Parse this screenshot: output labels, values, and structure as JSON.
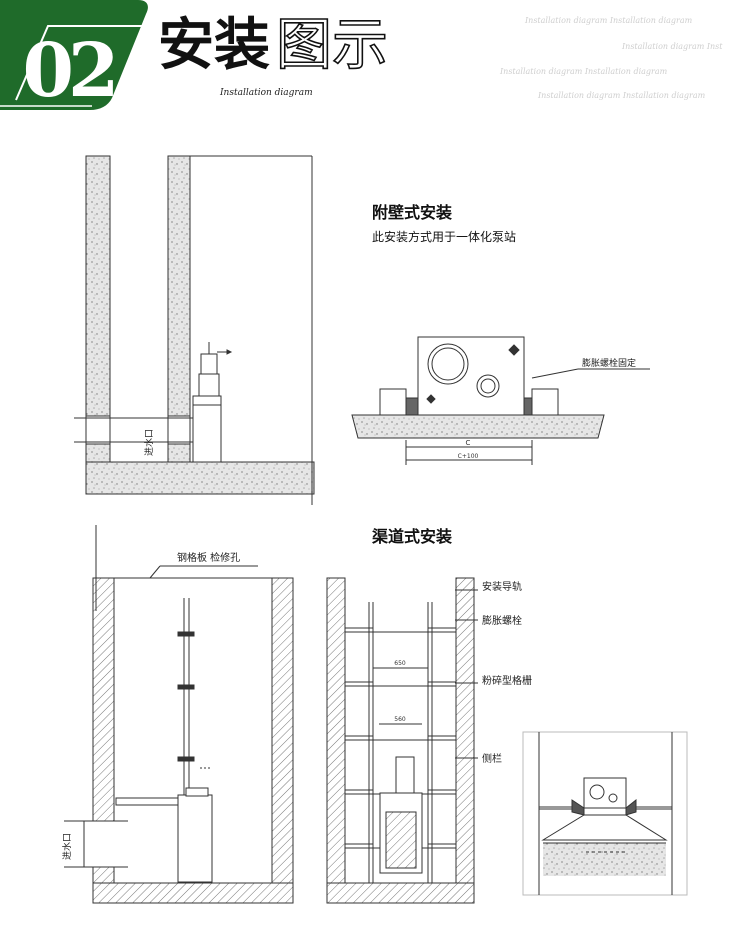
{
  "header": {
    "number": "02",
    "title_bold": "安装",
    "title_light": "图示",
    "subtitle": "Installation diagram",
    "watermark_lines": [
      "Installation diagram Installation diagram",
      "Installation diagram Inst",
      "Installation diagram Installation diagram",
      "Installation diagram Installation diagram"
    ]
  },
  "colors": {
    "brand_green": "#1f6b2a",
    "badge_white": "#ffffff",
    "line": "#333333",
    "concrete_fill": "#e2e2e2"
  },
  "wall_mount": {
    "title": "附壁式安装",
    "description": "此安装方式用于一体化泵站",
    "inlet_label": "进水口",
    "bolt_label": "膨胀螺栓固定",
    "dim_c": "C",
    "dim_c100": "C+100"
  },
  "channel": {
    "title": "渠道式安装",
    "grating_label": "钢格板 检修孔",
    "inlet_label": "进水口",
    "guide_rail_label": "安装导轨",
    "bolt_label": "膨胀螺栓",
    "screen_label": "粉碎型格栅",
    "side_rail_label": "侧栏",
    "dim_650": "650",
    "dim_560": "560"
  }
}
